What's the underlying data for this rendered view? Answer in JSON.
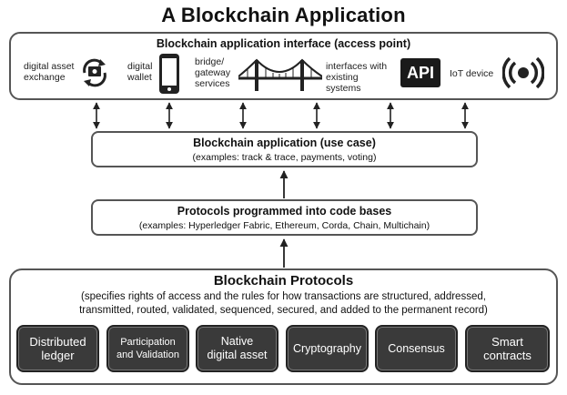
{
  "title": "A Blockchain Application",
  "interface": {
    "title": "Blockchain application interface (access point)",
    "items": [
      {
        "label_1": "digital asset",
        "label_2": "exchange",
        "icon": "exchange-icon"
      },
      {
        "label_1": "digital",
        "label_2": "wallet",
        "icon": "wallet-phone-icon"
      },
      {
        "label_1": "bridge/",
        "label_2": "gateway",
        "label_3": "services",
        "icon": "bridge-icon"
      },
      {
        "label_1": "interfaces with",
        "label_2": "existing",
        "label_3": "systems",
        "icon": "api-icon",
        "icon_text": "API"
      },
      {
        "label_1": "IoT device",
        "icon": "iot-signal-icon"
      }
    ]
  },
  "use_case": {
    "title": "Blockchain application (use case)",
    "subtitle": "(examples: track & trace, payments, voting)"
  },
  "code_bases": {
    "title": "Protocols programmed into code bases",
    "subtitle": "(examples: Hyperledger Fabric, Ethereum, Corda, Chain, Multichain)"
  },
  "protocols": {
    "title": "Blockchain Protocols",
    "subtitle_1": "(specifies rights of access and the rules for how transactions are structured, addressed,",
    "subtitle_2": "transmitted, routed, validated, sequenced, secured, and added to the permanent record)",
    "items": [
      {
        "line_1": "Distributed",
        "line_2": "ledger"
      },
      {
        "line_1": "Participation",
        "line_2": "and Validation"
      },
      {
        "line_1": "Native",
        "line_2": "digital asset"
      },
      {
        "line_1": "Cryptography"
      },
      {
        "line_1": "Consensus"
      },
      {
        "line_1": "Smart",
        "line_2": "contracts"
      }
    ]
  },
  "colors": {
    "box_border": "#555555",
    "button_fill": "#3a3a3a",
    "arrow": "#222222"
  }
}
